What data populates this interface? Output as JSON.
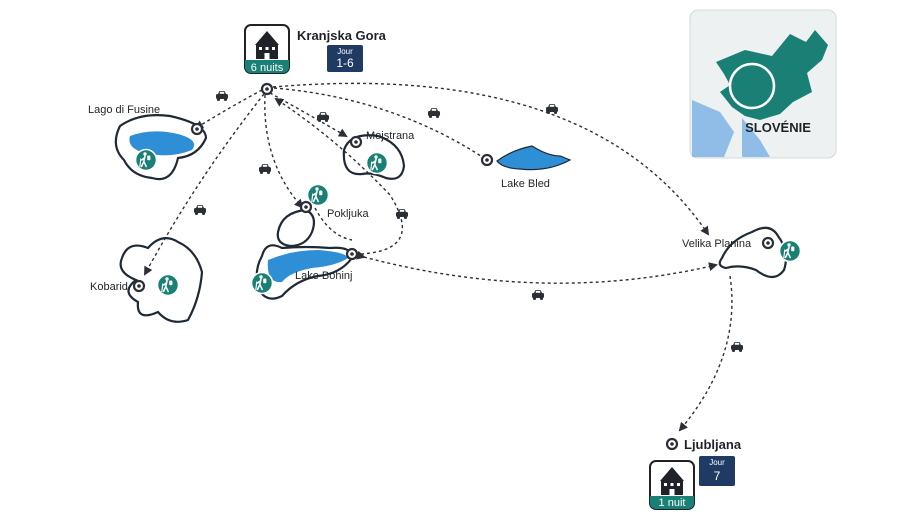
{
  "country": {
    "name": "SLOVÉNIE"
  },
  "colors": {
    "accent": "#1a7f74",
    "water": "#2f8fd6",
    "navy": "#1f3a63",
    "route": "#2b2f36",
    "inset_bg": "#eef1f2"
  },
  "stays": [
    {
      "place": "Kranjska Gora",
      "nights": "6 nuits",
      "jour_label": "Jour",
      "jour_value": "1-6",
      "icon": "hotel-icon"
    },
    {
      "place": "Ljubljana",
      "nights": "1 nuit",
      "jour_label": "Jour",
      "jour_value": "7",
      "icon": "hotel-icon"
    }
  ],
  "places": [
    {
      "name": "Lago di Fusine",
      "icon": "hiker-icon"
    },
    {
      "name": "Mojstrana",
      "icon": "hiker-icon"
    },
    {
      "name": "Lake Bled"
    },
    {
      "name": "Pokljuka",
      "icon": "hiker-icon"
    },
    {
      "name": "Lake Bohinj",
      "icon": "hiker-icon"
    },
    {
      "name": "Kobarid",
      "icon": "hiker-icon"
    },
    {
      "name": "Velika Planina",
      "icon": "hiker-icon"
    }
  ],
  "transport_icon": "car-icon"
}
